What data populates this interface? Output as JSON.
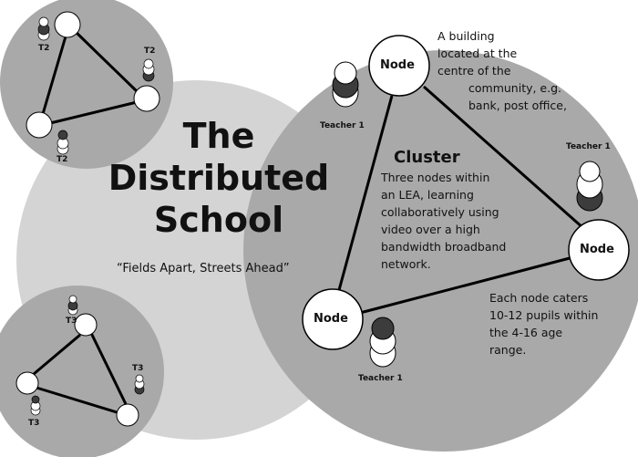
{
  "title_lines": [
    "The",
    "Distributed",
    "School"
  ],
  "subtitle": "“Fields Apart, Streets Ahead”",
  "cluster": {
    "heading": "Cluster",
    "description_lines": [
      "Three nodes within",
      "an LEA, learning",
      "collaboratively using",
      "video over a high",
      "bandwidth broadband",
      "network."
    ]
  },
  "node_label": "Node",
  "building_note_lines": [
    "A building",
    "located at the",
    "centre of the",
    "community, e.g.",
    "bank, post office,"
  ],
  "caters_note_lines": [
    "Each node caters",
    "10-12 pupils within",
    "the 4-16 age",
    "range."
  ],
  "teacher_label": "Teacher 1",
  "t2_label": "T2",
  "t3_label": "T3",
  "colors": {
    "light_circle": "#d4d4d4",
    "dark_circle": "#a9a9a9",
    "node": "#ffffff",
    "dark_disc": "#3c3c3c"
  }
}
